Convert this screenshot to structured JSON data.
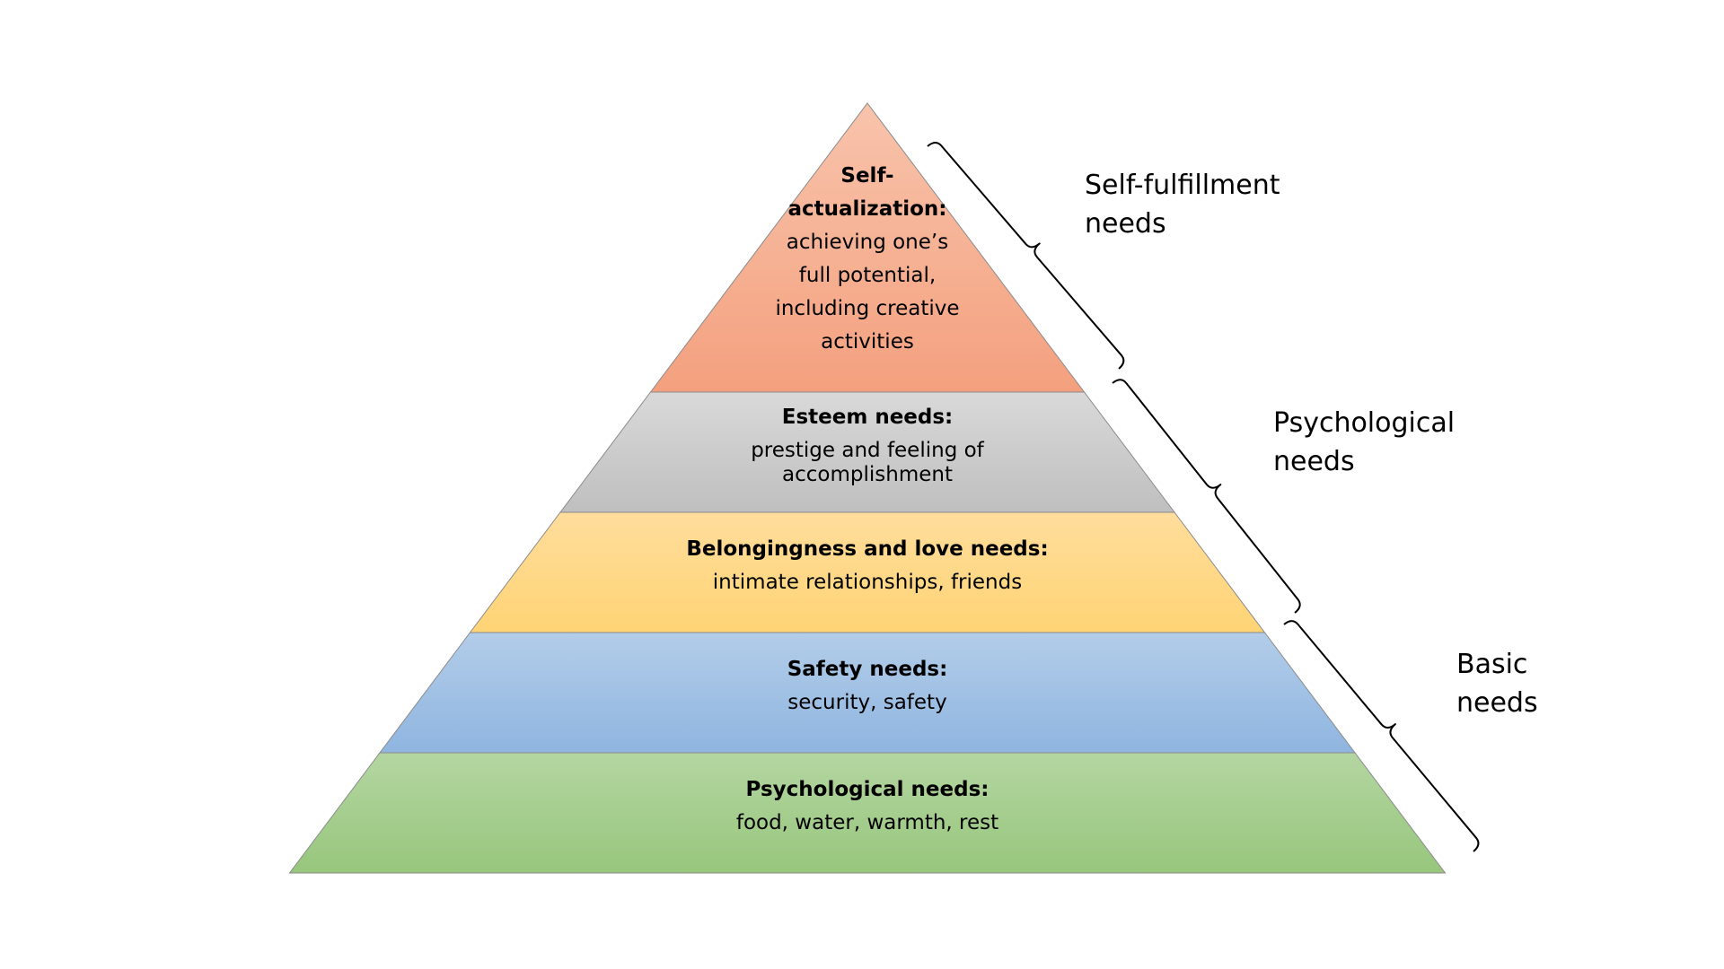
{
  "tiers": [
    {
      "id": "self-actualization",
      "title_lines": [
        "Self-",
        "actualization:"
      ],
      "body_lines": [
        "achieving one’s",
        "full potential,",
        "including creative",
        "activities"
      ],
      "color_top": "#f8c4ac",
      "color_bottom": "#f4a07e"
    },
    {
      "id": "esteem",
      "title_lines": [
        "Esteem needs:"
      ],
      "body_lines": [
        "prestige and feeling of",
        "accomplishment"
      ],
      "color_top": "#d9d9d9",
      "color_bottom": "#bfbfbf"
    },
    {
      "id": "belongingness",
      "title_lines": [
        "Belongingness and love needs:"
      ],
      "body_lines": [
        "intimate relationships, friends"
      ],
      "color_top": "#ffdd9c",
      "color_bottom": "#ffd475"
    },
    {
      "id": "safety",
      "title_lines": [
        "Safety needs:"
      ],
      "body_lines": [
        "security, safety"
      ],
      "color_top": "#b3cde9",
      "color_bottom": "#8fb5e0"
    },
    {
      "id": "physiological",
      "title_lines": [
        "Psychological needs:"
      ],
      "body_lines": [
        "food, water, warmth, rest"
      ],
      "color_top": "#b4d6a2",
      "color_bottom": "#97c67c"
    }
  ],
  "groups": [
    {
      "id": "self-fulfillment",
      "label_lines": [
        "Self-fulfillment",
        "needs"
      ]
    },
    {
      "id": "psychological",
      "label_lines": [
        "Psychological",
        "needs"
      ]
    },
    {
      "id": "basic",
      "label_lines": [
        "Basic",
        "needs"
      ]
    }
  ]
}
